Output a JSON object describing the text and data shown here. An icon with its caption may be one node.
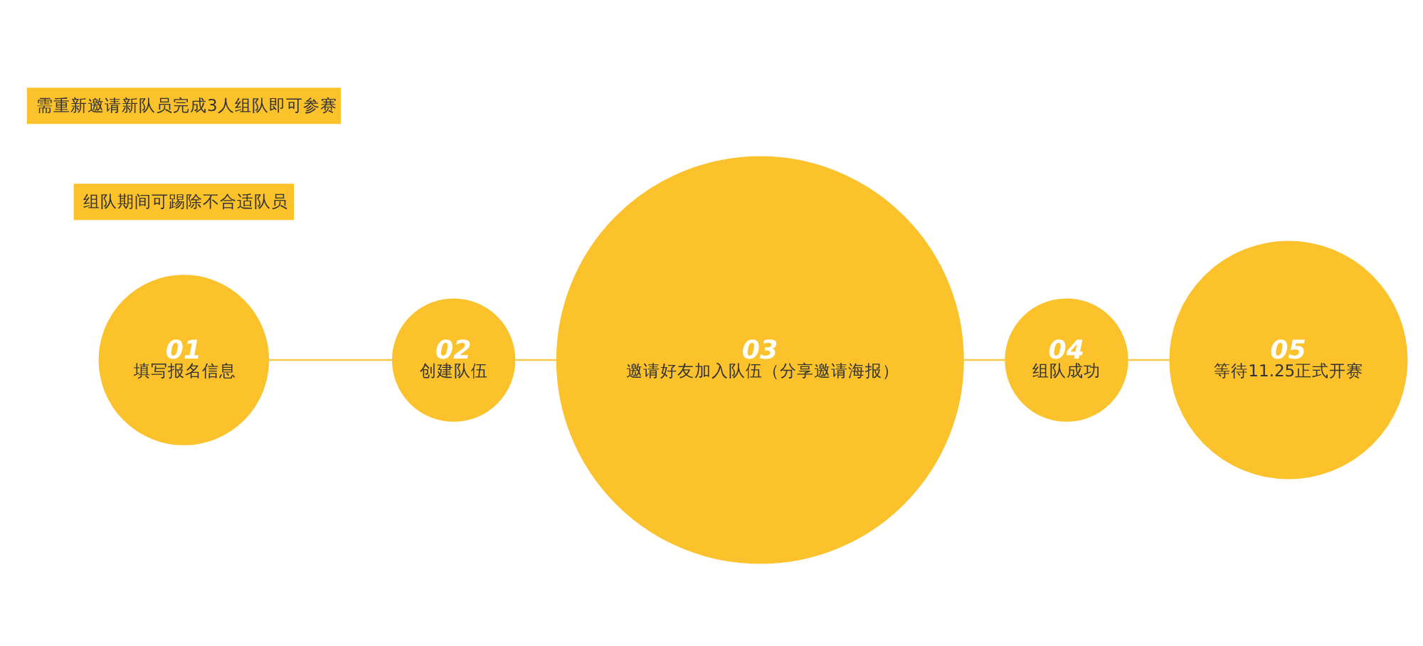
{
  "diagram": {
    "nodes": [
      {
        "text": [
          "01",
          "填写报名信息"
        ]
      },
      {
        "text": [
          "02",
          "创建队伍"
        ]
      },
      {
        "text": [
          "03",
          "邀请好友加入队伍（分享邀请海报）"
        ]
      },
      {
        "text": [
          "04",
          "组队成功"
        ]
      },
      {
        "text": [
          "05",
          "等待11.25正式开赛"
        ]
      }
    ],
    "edges": [
      {
        "from": 0,
        "to": 1,
        "arrow": "none"
      },
      {
        "from": 1,
        "to": 2,
        "arrow": "none"
      },
      {
        "from": 2,
        "to": 3,
        "arrow": "none"
      },
      {
        "from": 3,
        "to": 4,
        "arrow": "none"
      }
    ],
    "labels": [
      "组队期间可踢除不合适队员",
      "需重新邀请新队员完成3人组队即可参赛"
    ]
  }
}
